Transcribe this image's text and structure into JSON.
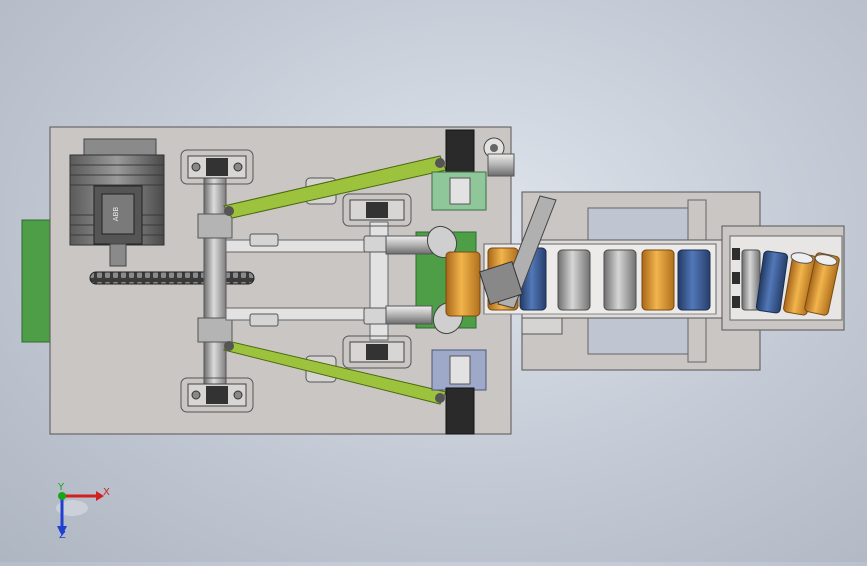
{
  "motor": {
    "nameplate": "ABB"
  },
  "triad": {
    "x_label": "X",
    "y_label": "Y",
    "z_label": "Z"
  },
  "colors": {
    "plate": "#c9c6c3",
    "arm_green": "#9cc23e",
    "block_green": "#8fc79a",
    "block_blue": "#9ea9c9",
    "side_green": "#4e9e48",
    "can_orange": "#e0a03a",
    "can_blue": "#3e5f9a",
    "can_silver": "#a9a9a9",
    "axis_x": "#d21f1f",
    "axis_y": "#1aa41a",
    "axis_z": "#1f3fd2"
  }
}
